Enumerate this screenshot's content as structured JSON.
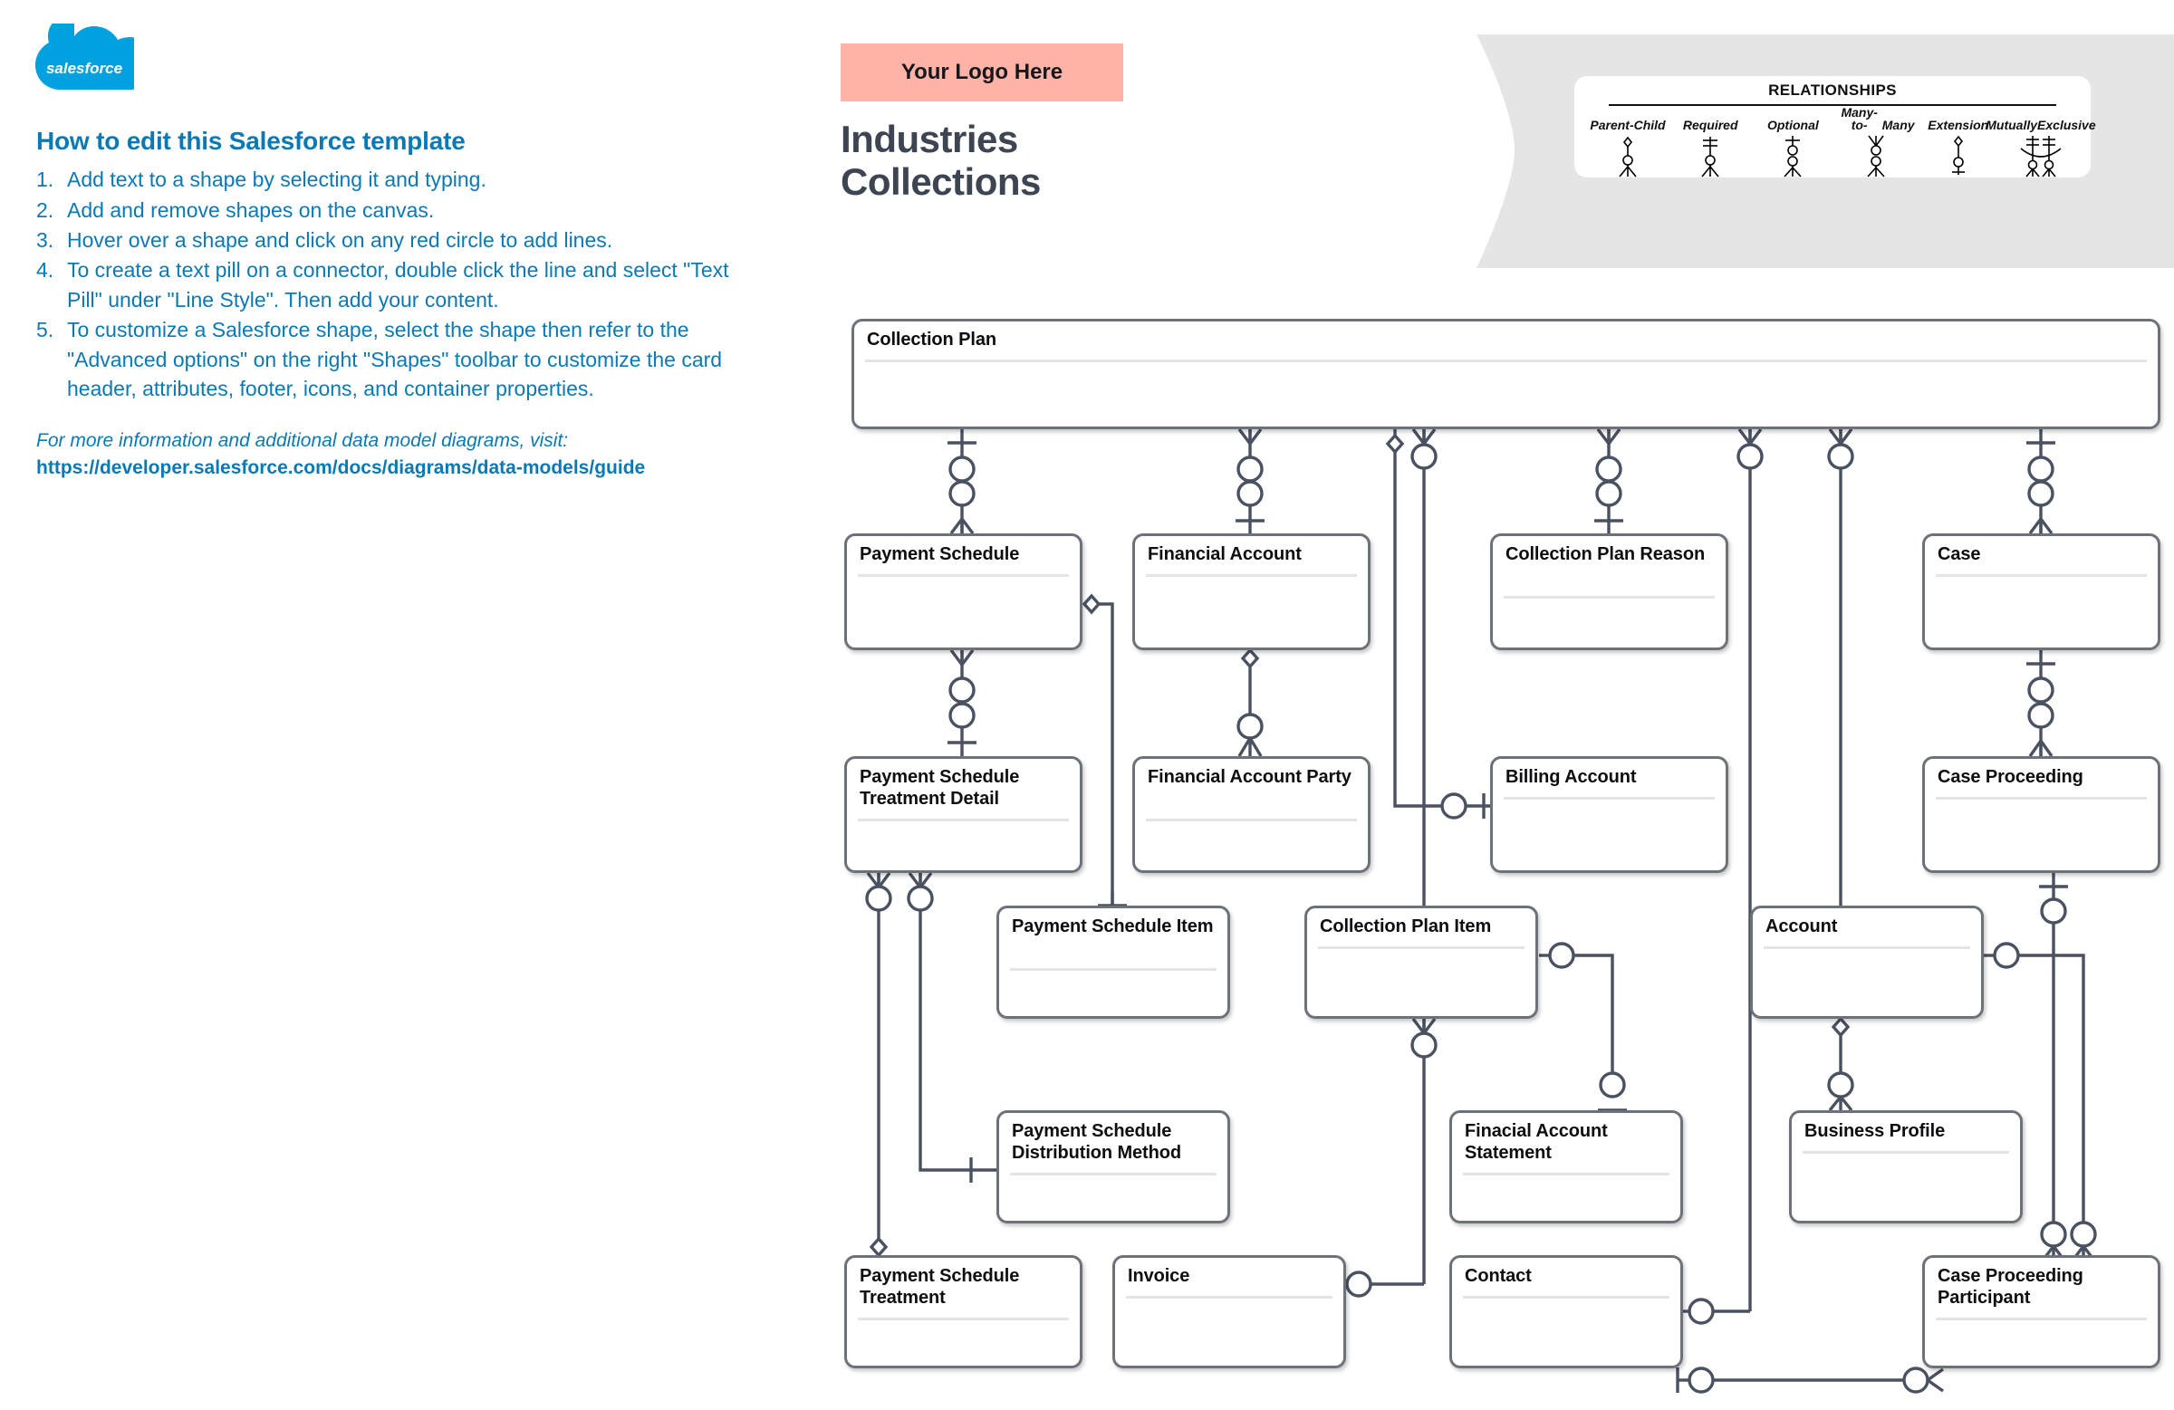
{
  "brand": {
    "logo_name": "salesforce-cloud-logo",
    "logo_wordmark": "salesforce",
    "logo_color": "#00a1e0"
  },
  "instructions": {
    "title": "How to edit this Salesforce template",
    "steps": [
      "Add text to a shape by selecting it and typing.",
      "Add and remove shapes on the canvas.",
      "Hover over a shape and click on any red circle to add lines.",
      "To create a text pill on a connector, double click the line and select \"Text Pill\" under \"Line Style\". Then add your content.",
      "To customize a Salesforce shape, select the shape then refer to the \"Advanced options\" on the right \"Shapes\" toolbar to customize the card header, attributes, footer, icons, and container properties."
    ],
    "more_info_text": "For more information and additional data model diagrams, visit:",
    "more_info_url": "https://developer.salesforce.com/docs/diagrams/data-models/guide",
    "text_color": "#0b79b4"
  },
  "header": {
    "logo_placeholder": "Your Logo Here",
    "logo_placeholder_bg": "#ffb3a7",
    "title_line1": "Industries",
    "title_line2": "Collections",
    "title_color": "#3e4552"
  },
  "legend": {
    "banner_color": "#e5e5e5",
    "title": "RELATIONSHIPS",
    "items": [
      {
        "label_line1": "Parent-",
        "label_line2": "Child",
        "symbol": "diamond-one-to-many"
      },
      {
        "label_line1": "Required",
        "label_line2": "",
        "symbol": "crossbar-one-to-many"
      },
      {
        "label_line1": "Optional",
        "label_line2": "",
        "symbol": "cross-circle-to-many"
      },
      {
        "label_line1": "Many-to-",
        "label_line2": "Many",
        "symbol": "many-to-many"
      },
      {
        "label_line1": "Extension",
        "label_line2": "",
        "symbol": "diamond-to-one"
      },
      {
        "label_line1": "Mutually",
        "label_line2": "Exclusive",
        "symbol": "mutually-exclusive"
      }
    ]
  },
  "diagram": {
    "stroke_color": "#4a5160",
    "card_border_color": "#6d717a",
    "container": {
      "label": "Collection Plan"
    },
    "entities": [
      {
        "id": "payment-schedule",
        "label": "Payment Schedule"
      },
      {
        "id": "financial-account",
        "label": "Financial Account"
      },
      {
        "id": "collection-plan-reason",
        "label": "Collection Plan Reason"
      },
      {
        "id": "case",
        "label": "Case"
      },
      {
        "id": "payment-schedule-treatment-detail",
        "label": "Payment Schedule Treatment Detail"
      },
      {
        "id": "financial-account-party",
        "label": "Financial Account Party"
      },
      {
        "id": "billing-account",
        "label": "Billing Account"
      },
      {
        "id": "case-proceeding",
        "label": "Case Proceeding"
      },
      {
        "id": "payment-schedule-item",
        "label": "Payment Schedule Item"
      },
      {
        "id": "collection-plan-item",
        "label": "Collection Plan Item"
      },
      {
        "id": "account",
        "label": "Account"
      },
      {
        "id": "payment-schedule-distribution-method",
        "label": "Payment Schedule Distribution Method"
      },
      {
        "id": "finacial-account-statement",
        "label": "Finacial Account Statement"
      },
      {
        "id": "business-profile",
        "label": "Business Profile"
      },
      {
        "id": "payment-schedule-treatment",
        "label": "Payment Schedule Treatment"
      },
      {
        "id": "invoice",
        "label": "Invoice"
      },
      {
        "id": "contact",
        "label": "Contact"
      },
      {
        "id": "case-proceeding-participant",
        "label": "Case Proceeding Participant"
      }
    ]
  }
}
